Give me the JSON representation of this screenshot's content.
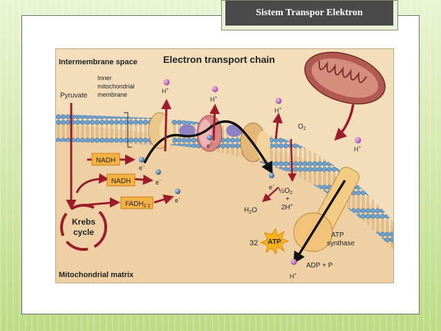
{
  "slide": {
    "title": "Sistem Transpor Elektron"
  },
  "figure": {
    "title": "Electron transport chain",
    "labels": {
      "intermembrane_space": "Intermembrane space",
      "mitochondrial_matrix": "Mitochondrial matrix",
      "inner_membrane_line1": "Inner",
      "inner_membrane_line2": "mitochondrial",
      "inner_membrane_line3": "membrane",
      "pyruvate": "Pyruvate",
      "krebs_line1": "Krebs",
      "krebs_line2": "cycle",
      "nadh_1": "NADH",
      "nadh_2": "NADH",
      "fadh2": "FADH",
      "fadh2_sub": "2 2",
      "o2": "O",
      "o2_sub": "2",
      "half_o2": "½O",
      "half_o2_sub": "2",
      "plus": "+",
      "two_h": "2H",
      "two_h_sup": "+",
      "h2o": "H",
      "h2o_sub": "2",
      "h2o_end": "O",
      "atp_count": "32",
      "atp": "ATP",
      "atp_synthase_line1": "ATP",
      "atp_synthase_line2": "synthase",
      "adp_p": "ADP + P",
      "h_plus": "H",
      "h_plus_sup": "+",
      "electron": "e",
      "electron_sup": "−"
    },
    "colors": {
      "background": "#f3ddbb",
      "matrix": "#eed0a4",
      "membrane_head": "#6fa3cf",
      "arrow_red": "#9b1c2a",
      "arrow_black": "#111111",
      "nadh_box": "#f6b344",
      "atp_star": "#f9b21c",
      "proton": "#c06ac0"
    }
  }
}
